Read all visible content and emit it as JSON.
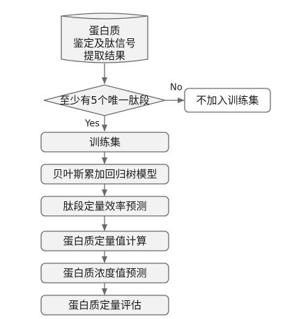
{
  "nodes": {
    "extraction": {
      "line1": "蛋白质",
      "line2": "鉴定及肽信号",
      "line3": "提取结果"
    },
    "decision": "至少有5个唯一肽段",
    "exclude": "不加入训练集",
    "training_set": "训练集",
    "bayes_model": "贝叶斯累加回归树模型",
    "peptide_efficiency": "肽段定量效率预测",
    "protein_quant_calc": "蛋白质定量值计算",
    "concentration_pred": "蛋白质浓度值预测",
    "protein_quant_eval": "蛋白质定量评估"
  },
  "edges": {
    "yes_label": "Yes",
    "no_label": "No"
  }
}
